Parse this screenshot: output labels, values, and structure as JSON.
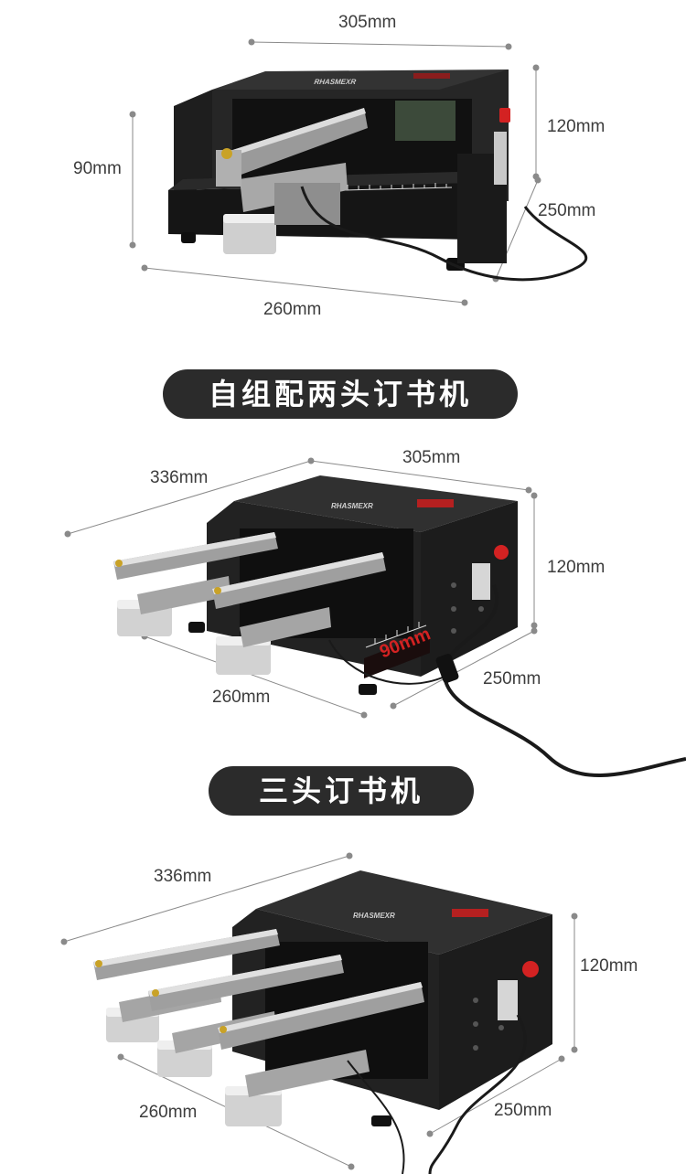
{
  "section1": {
    "dims": {
      "top_width": "305mm",
      "height": "120mm",
      "left_height": "90mm",
      "depth": "250mm",
      "bottom_width": "260mm"
    }
  },
  "section2": {
    "title": "自组配两头订书机",
    "dims": {
      "length": "336mm",
      "top_width": "305mm",
      "height": "120mm",
      "bottom_width": "260mm",
      "depth": "250mm",
      "spacing": "90mm"
    }
  },
  "section3": {
    "title": "三头订书机",
    "dims": {
      "length": "336mm",
      "height": "120mm",
      "bottom_width": "260mm",
      "depth": "250mm"
    }
  },
  "colors": {
    "machine_body": "#1f1f1f",
    "machine_top": "#2c2c2c",
    "steel": "#b9b9b9",
    "pill_bg": "#2b2b2b",
    "accent_red": "#d32222",
    "dim_text": "#3c3c3c"
  }
}
